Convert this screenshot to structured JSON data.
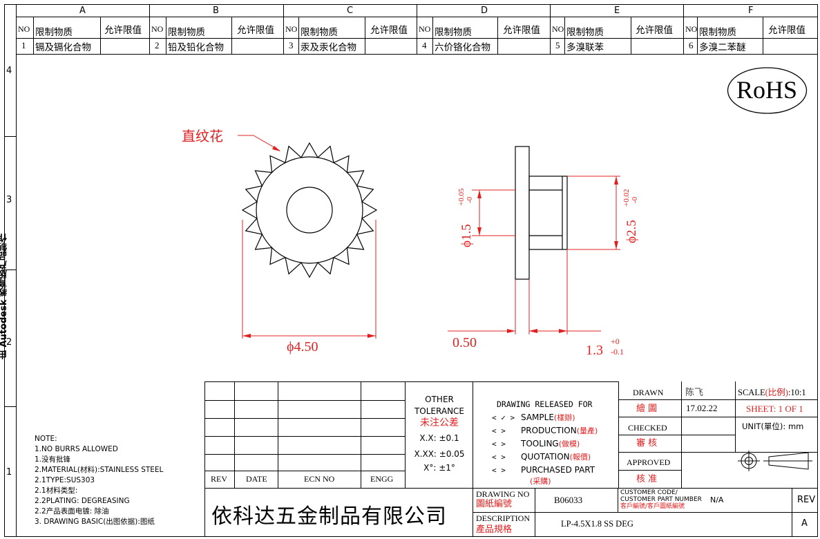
{
  "zones_top": [
    "A",
    "B",
    "C",
    "D",
    "E",
    "F"
  ],
  "zones_side": [
    "4",
    "3",
    "2",
    "1"
  ],
  "restricted": {
    "headers": {
      "no": "NO",
      "substance": "限制物质",
      "limit": "允许限值"
    },
    "items": [
      {
        "no": "1",
        "name": "镉及镉化合物",
        "limit": ""
      },
      {
        "no": "2",
        "name": "铅及铅化合物",
        "limit": ""
      },
      {
        "no": "3",
        "name": "汞及汞化合物",
        "limit": ""
      },
      {
        "no": "4",
        "name": "六价铬化合物",
        "limit": ""
      },
      {
        "no": "5",
        "name": "多溴联苯",
        "limit": ""
      },
      {
        "no": "6",
        "name": "多溴二苯醚",
        "limit": ""
      }
    ]
  },
  "rohs": "RoHS",
  "drawing": {
    "knurl_label": "直纹花",
    "dim_outer": "ϕ4.50",
    "dim_hole": "ϕ1.5",
    "dim_hole_tol_up": "+0.05",
    "dim_hole_tol_low": "-0",
    "dim_shaft": "ϕ2.5",
    "dim_shaft_tol_up": "+0.02",
    "dim_shaft_tol_low": "-0",
    "dim_flange": "0.50",
    "dim_length": "1.3",
    "dim_length_tol_up": "+0",
    "dim_length_tol_low": "-0.1",
    "knurl_teeth": 20
  },
  "notes": [
    "NOTE:",
    "1.NO BURRS ALLOWED",
    "1.没有批锋",
    "2.MATERIAL(材料):STAINLESS STEEL",
    "2.1TYPE:SUS303",
    "2.1材料类型:",
    "2.2PLATING: DEGREASING",
    "2.2产品表面电镀: 除油",
    "3. DRAWING BASIC(出图依据):图纸"
  ],
  "rev_table": {
    "rev": "REV",
    "date": "DATE",
    "ecn": "ECN NO",
    "engg": "ENGG"
  },
  "tolerance": {
    "title1": "OTHER",
    "title2": "TOLERANCE",
    "title_cn": "未注公差",
    "x": "X.X: ±0.1",
    "xx": "X.XX: ±0.05",
    "angle": "X°: ±1°"
  },
  "release": {
    "title": "DRAWING RELEASED FOR",
    "items": [
      {
        "mark": "< ✓ >",
        "label": "SAMPLE",
        "cn": "(樣辦)"
      },
      {
        "mark": "<    >",
        "label": "PRODUCTION",
        "cn": "(量產)"
      },
      {
        "mark": "<    >",
        "label": "TOOLING",
        "cn": "(做模)"
      },
      {
        "mark": "<    >",
        "label": "QUOTATION",
        "cn": "(報價)"
      },
      {
        "mark": "<    >",
        "label": "PURCHASED PART",
        "cn": "(采購)"
      }
    ]
  },
  "signoff": {
    "drawn": "DRAWN",
    "drawn_cn": "繪 圖",
    "drawn_by": "陈飞",
    "date": "17.02.22",
    "checked": "CHECKED",
    "checked_cn": "審 核",
    "approved": "APPROVED",
    "approved_cn": "核 准"
  },
  "scale": {
    "label": "SCALE",
    "cn": "(比例)",
    "value": ":10:1"
  },
  "sheet": {
    "text": "SHEET:  1 OF 1"
  },
  "unit": {
    "label": "UNIT(單位):",
    "value": "mm"
  },
  "company": "依科达五金制品有限公司",
  "drawing_no": {
    "label": "DRAWING NO",
    "cn": "圖紙編號",
    "value": "B06033"
  },
  "description": {
    "label": "DESCRIPTION",
    "cn": "產品規格",
    "value": "LP-4.5X1.8 SS DEG"
  },
  "customer": {
    "label1": "CUSTOMER CODE/",
    "label2": "CUSTOMER PART NUMBER",
    "label_cn": "客戶編號/客戶圖紙編號",
    "value": "N/A"
  },
  "rev": {
    "label": "REV",
    "value": "A"
  },
  "side_margin": "由 Autodesk 教育版产品制作",
  "colors": {
    "red": "#e02020",
    "line": "#000000"
  }
}
